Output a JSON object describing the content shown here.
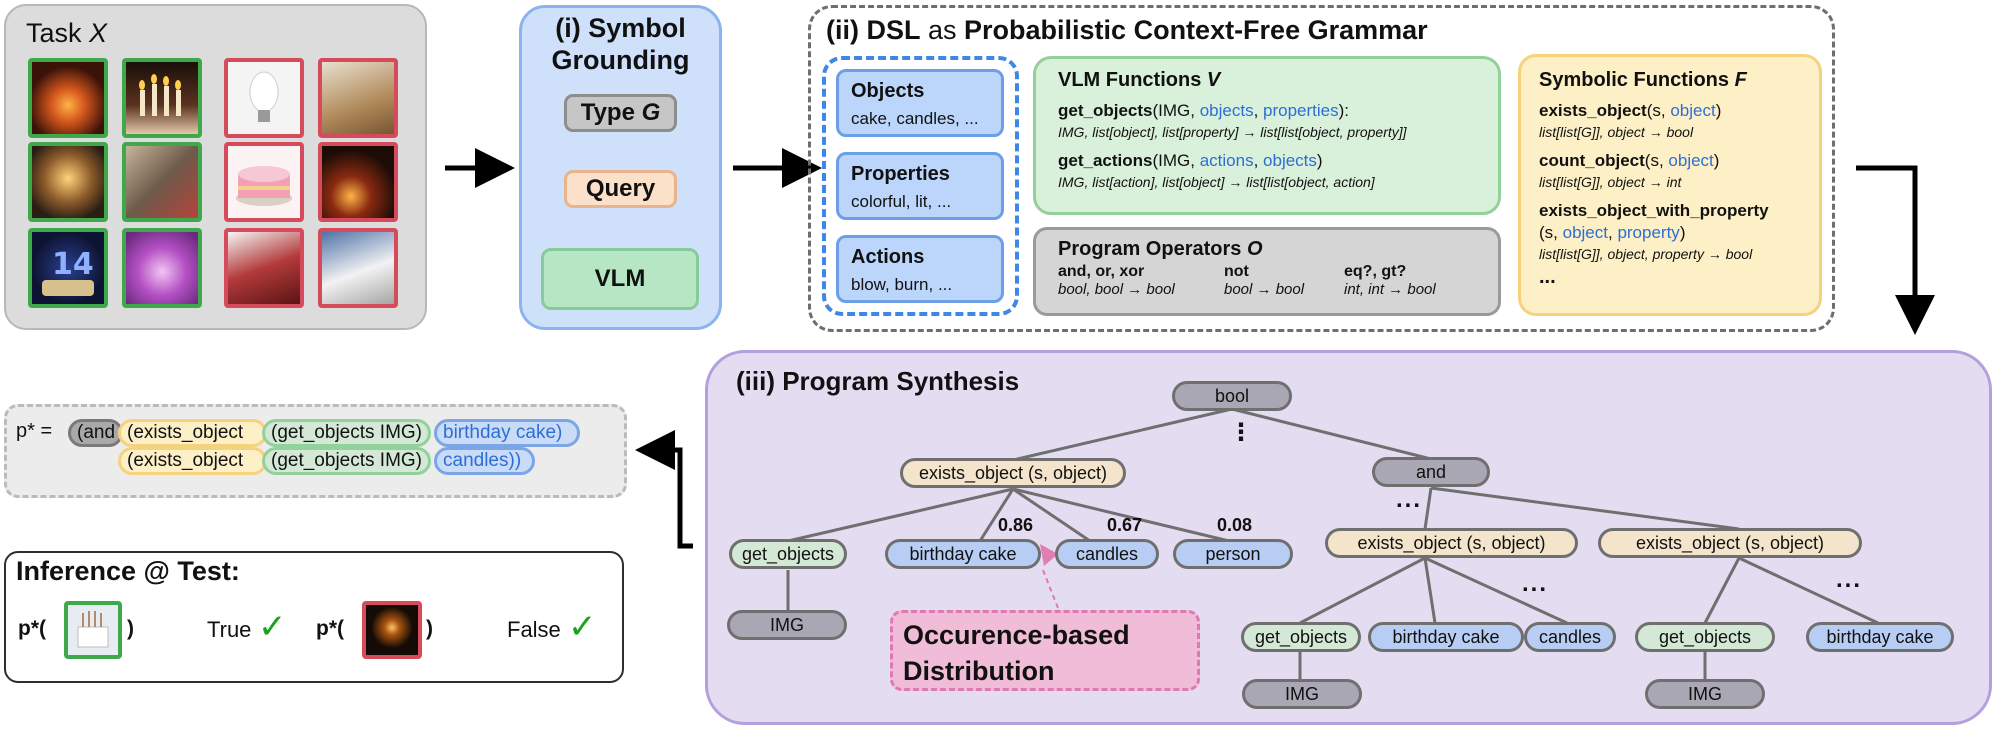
{
  "task": {
    "title_prefix": "Task",
    "title_var": "X"
  },
  "symbol_grounding": {
    "title_line1": "(i) Symbol",
    "title_line2": "Grounding",
    "type_label": "Type",
    "type_var": "G",
    "query_label": "Query",
    "vlm_label": "VLM"
  },
  "dsl": {
    "title_prefix": "(ii) DSL",
    "title_mid": " as ",
    "title_rest": "Probabilistic Context-Free Grammar",
    "objects": {
      "title": "Objects",
      "items": "cake, candles, ..."
    },
    "properties": {
      "title": "Properties",
      "items": "colorful, lit, ..."
    },
    "actions": {
      "title": "Actions",
      "items": "blow, burn, ..."
    },
    "vlm_functions": {
      "title": "VLM Functions",
      "title_var": "V",
      "get_objects_name": "get_objects",
      "get_objects_args_a": "(IMG, ",
      "get_objects_args_b": "objects",
      "get_objects_args_c": ", ",
      "get_objects_args_d": "properties",
      "get_objects_args_e": "):",
      "get_objects_type": "IMG, list[object], list[property] → list[list[object, property]]",
      "get_actions_name": "get_actions",
      "get_actions_args_a": "(IMG, ",
      "get_actions_args_b": "actions",
      "get_actions_args_c": ", ",
      "get_actions_args_d": "objects",
      "get_actions_args_e": ")",
      "get_actions_type": "IMG, list[action], list[object] → list[list[object, action]"
    },
    "program_operators": {
      "title": "Program Operators",
      "title_var": "O",
      "op1": "and, or, xor",
      "op1_type": "bool, bool → bool",
      "op2": "not",
      "op2_type": "bool → bool",
      "op3": "eq?, gt?",
      "op3_type": "int, int → bool"
    },
    "symbolic_functions": {
      "title": "Symbolic Functions",
      "title_var": "F",
      "f1_name": "exists_object",
      "f1_args_a": "(s, ",
      "f1_args_b": "object",
      "f1_args_c": ")",
      "f1_type": "list[list[G]], object → bool",
      "f2_name": "count_object",
      "f2_args_a": "(s, ",
      "f2_args_b": "object",
      "f2_args_c": ")",
      "f2_type": "list[list[G]], object → int",
      "f3_name": "exists_object_with_property",
      "f3_args_a": "(s, ",
      "f3_args_b": "object",
      "f3_args_c": ", ",
      "f3_args_d": "property",
      "f3_args_e": ")",
      "f3_type": "list[list[G]], object, property → bool",
      "ellipsis": "..."
    }
  },
  "program_synthesis": {
    "title": "(iii) Program Synthesis",
    "nodes": {
      "bool": "bool",
      "exists1": "exists_object (s, object)",
      "and": "and",
      "get_objects1": "get_objects",
      "birthday_cake1": "birthday cake",
      "candles1": "candles",
      "person": "person",
      "img1": "IMG",
      "exists2": "exists_object (s, object)",
      "exists3": "exists_object (s, object)",
      "get_objects2": "get_objects",
      "birthday_cake2": "birthday cake",
      "candles2": "candles",
      "get_objects3": "get_objects",
      "birthday_cake3": "birthday cake",
      "img2": "IMG",
      "img3": "IMG"
    },
    "probs": {
      "birthday_cake": "0.86",
      "candles": "0.67",
      "person": "0.08"
    },
    "vdots": "⋮",
    "dots": "...",
    "occurrence_line1": "Occurence-based",
    "occurrence_line2": "Distribution"
  },
  "program": {
    "prefix": "p* =",
    "open": "(",
    "and": "(and",
    "exists1": "(exists_object",
    "getobj1": "(get_objects IMG)",
    "arg1": "birthday cake)",
    "exists2": "(exists_object",
    "getobj2": "(get_objects IMG)",
    "arg2": "candles))"
  },
  "inference": {
    "title": "Inference @ Test:",
    "pstar_open": "p*(",
    "pstar_close": ")",
    "result_true": "True",
    "result_false": "False",
    "check": "✓"
  },
  "colors": {
    "positive_border": "#3fa84a",
    "negative_border": "#d54b5c",
    "accent_blue": "#2b6fd6"
  }
}
